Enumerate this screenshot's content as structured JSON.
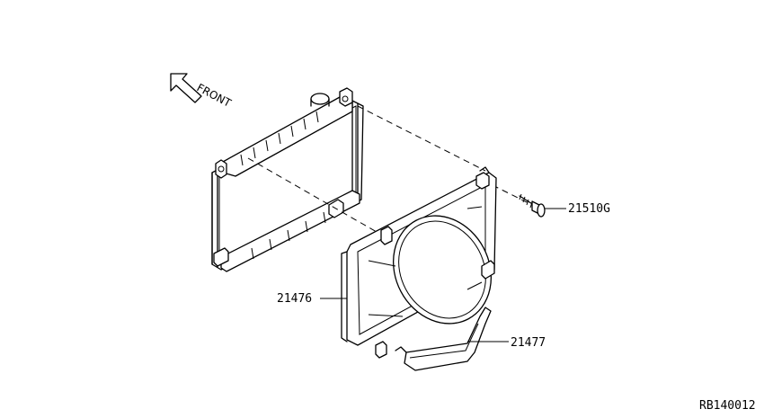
{
  "front_label": "FRONT",
  "parts": {
    "bolt": "21510G",
    "shroud": "21476",
    "lower_shroud": "21477"
  },
  "diagram_code": "RB140012"
}
